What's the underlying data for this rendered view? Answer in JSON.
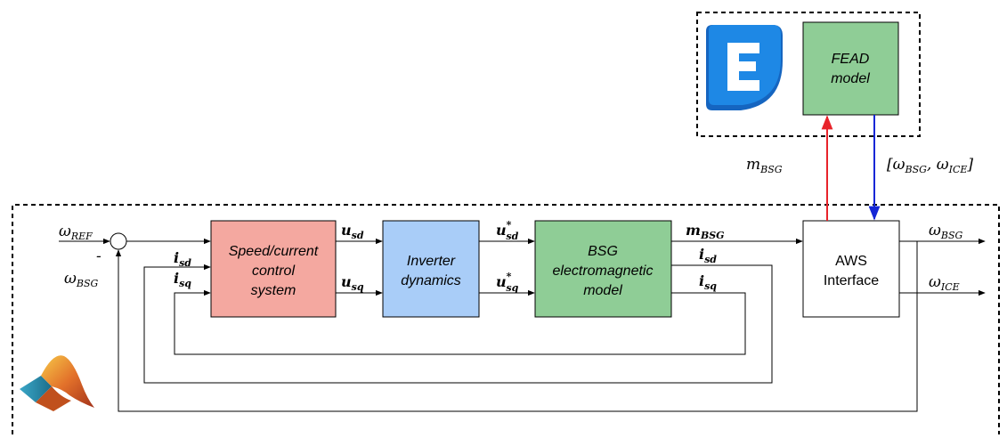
{
  "blocks": {
    "speed_control": {
      "lines": [
        "Speed/current",
        "control",
        "system"
      ],
      "fill": "#f4a8a0"
    },
    "inverter": {
      "lines": [
        "Inverter",
        "dynamics"
      ],
      "fill": "#a9cdf8"
    },
    "bsg_model": {
      "lines": [
        "BSG",
        "electromagnetic",
        "model"
      ],
      "fill": "#8fcd96"
    },
    "aws": {
      "lines": [
        "AWS",
        "Interface"
      ],
      "fill": "#ffffff"
    },
    "fead": {
      "lines": [
        "FEAD",
        "model"
      ],
      "fill": "#8fcd96"
    }
  },
  "signals": {
    "w_ref": {
      "base": "ω",
      "sub": "REF"
    },
    "minus": "-",
    "w_bsg_fb": {
      "base": "ω",
      "sub": "BSG"
    },
    "i_sd_in": {
      "base": "i",
      "sub": "sd"
    },
    "i_sq_in": {
      "base": "i",
      "sub": "sq"
    },
    "u_sd": {
      "base": "u",
      "sub": "sd"
    },
    "u_sq": {
      "base": "u",
      "sub": "sq"
    },
    "u_sd_star": {
      "base": "u",
      "sup": "*",
      "sub": "sd"
    },
    "u_sq_star": {
      "base": "u",
      "sup": "*",
      "sub": "sq"
    },
    "m_bsg": {
      "base": "m",
      "sub": "BSG"
    },
    "i_sd_out": {
      "base": "i",
      "sub": "sd"
    },
    "i_sq_out": {
      "base": "i",
      "sub": "sq"
    },
    "w_bsg_out": {
      "base": "ω",
      "sub": "BSG"
    },
    "w_ice_out": {
      "base": "ω",
      "sub": "ICE"
    },
    "m_bsg_up": {
      "base": "m",
      "sub": "BSG"
    },
    "w_vector": {
      "open": "[",
      "a": "ω",
      "a_sub": "BSG",
      "sep": ", ",
      "b": "ω",
      "b_sub": "ICE",
      "close": "]"
    }
  },
  "colors": {
    "arrow_to_fead": "#e8232a",
    "arrow_from_fead": "#1426d6",
    "lines": "#000000",
    "logo_blue_dark": "#1565c0",
    "logo_blue_light": "#1e88e5",
    "logo_e": "#ffffff"
  },
  "logos": {
    "top": "e-logo-icon",
    "bottom": "matlab-logo-icon"
  }
}
